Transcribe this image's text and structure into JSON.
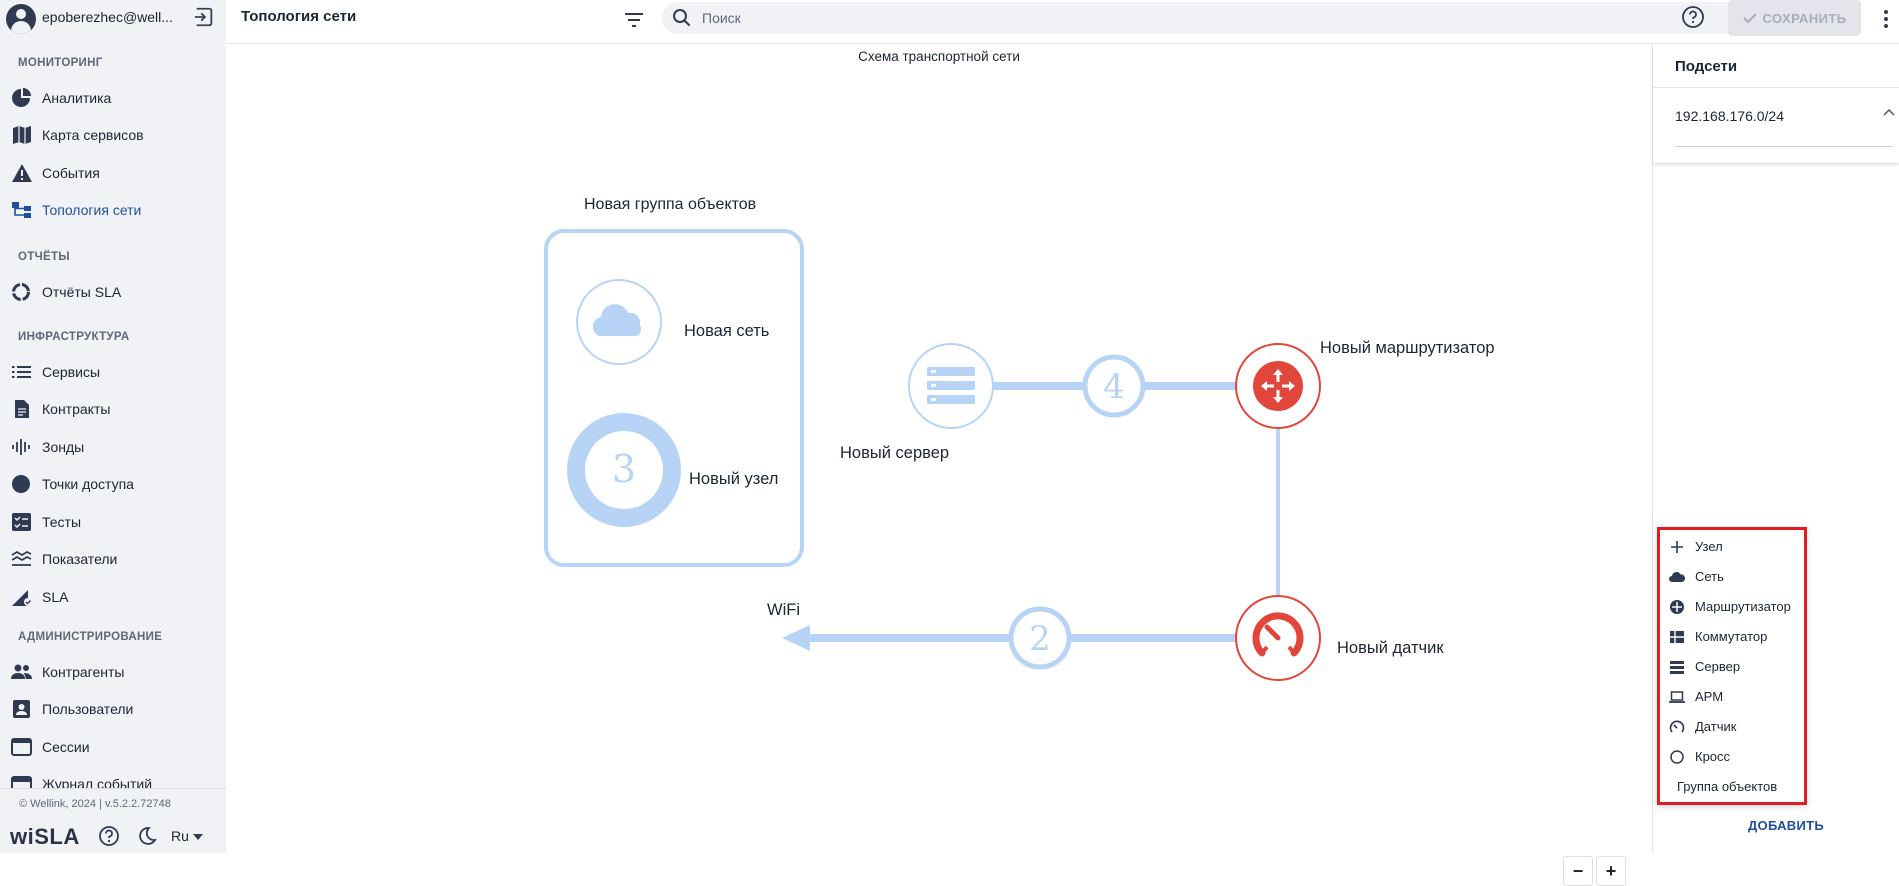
{
  "user": {
    "name": "epoberezhec@well..."
  },
  "sidebar": {
    "sections": {
      "monitoring": "МОНИТОРИНГ",
      "reports": "ОТЧЁТЫ",
      "infrastructure": "ИНФРАСТРУКТУРА",
      "administration": "АДМИНИСТРИРОВАНИЕ"
    },
    "items": {
      "analytics": "Аналитика",
      "service_map": "Карта сервисов",
      "events": "События",
      "topology": "Топология сети",
      "sla_reports": "Отчёты SLA",
      "services": "Сервисы",
      "contracts": "Контракты",
      "probes": "Зонды",
      "access_points": "Точки доступа",
      "tests": "Тесты",
      "metrics": "Показатели",
      "sla": "SLA",
      "counterparties": "Контрагенты",
      "users": "Пользователи",
      "sessions": "Сессии",
      "event_log": "Журнал событий"
    },
    "footer": {
      "copyright": "© Wellink, 2024 | v.5.2.2.72748",
      "logo": "wiSLA",
      "lang": "Ru"
    }
  },
  "header": {
    "title": "Топология сети",
    "search_placeholder": "Поиск",
    "save_label": "СОХРАНИТЬ"
  },
  "canvas": {
    "schema_title": "Схема транспортной сети",
    "group_label": "Новая группа объектов",
    "network_label": "Новая сеть",
    "node_label": "Новый узел",
    "node_badge": "3",
    "server_label": "Новый сервер",
    "router_label": "Новый маршрутизатор",
    "sensor_label": "Новый датчик",
    "wifi_label": "WiFi",
    "link_badge_top": "4",
    "link_badge_bottom": "2",
    "zoom_out": "−",
    "zoom_in": "+"
  },
  "right_panel": {
    "title": "Подсети",
    "subnet": "192.168.176.0/24",
    "add_menu": {
      "node": "Узел",
      "network": "Сеть",
      "router": "Маршрутизатор",
      "switch": "Коммутатор",
      "server": "Сервер",
      "workstation": "АРМ",
      "sensor": "Датчик",
      "cross": "Кросс",
      "object_group": "Группа объектов"
    },
    "add_button": "ДОБАВИТЬ"
  },
  "colors": {
    "accent": "#1f4f9c",
    "diagram_light_blue": "#b7d4f7",
    "alert_red": "#e2463b",
    "highlight_border": "#e01b22"
  }
}
